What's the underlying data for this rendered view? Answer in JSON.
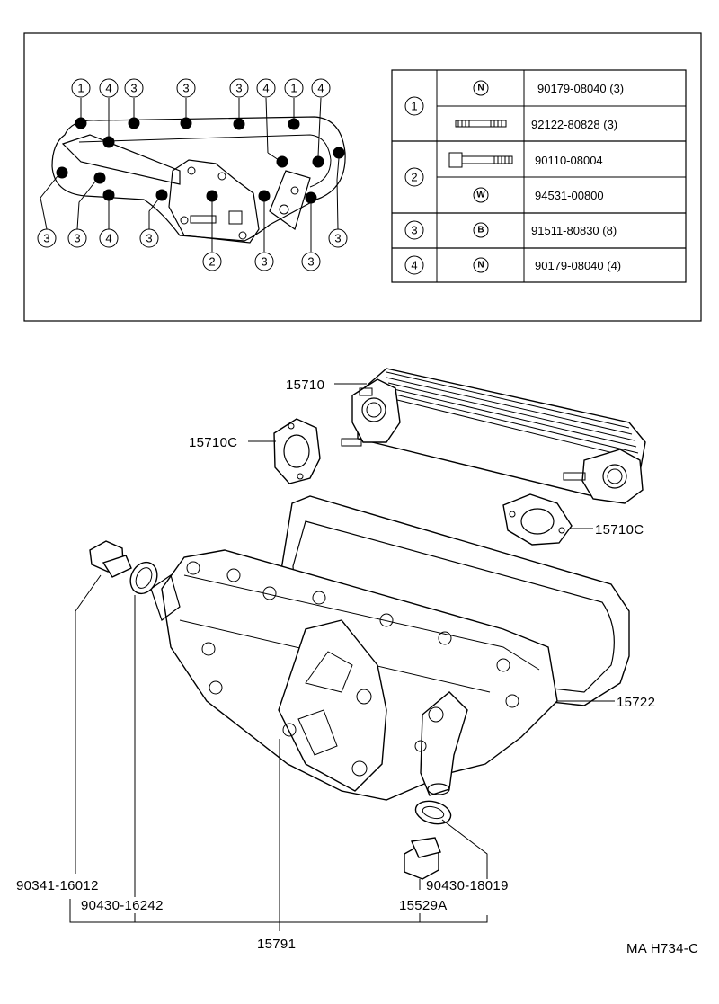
{
  "bolt_table": {
    "rows": [
      {
        "group": "1",
        "items": [
          {
            "icon": "nut-icon",
            "symbol": "N",
            "part": "90179-08040 (3)"
          },
          {
            "icon": "stud-bolt-icon",
            "symbol": "",
            "part": "92122-80828 (3)"
          }
        ]
      },
      {
        "group": "2",
        "items": [
          {
            "icon": "bolt-icon",
            "symbol": "",
            "part": "90110-08004"
          },
          {
            "icon": "washer-icon",
            "symbol": "W",
            "part": "94531-00800"
          }
        ]
      },
      {
        "group": "3",
        "items": [
          {
            "icon": "bolt-b-icon",
            "symbol": "B",
            "part": "91511-80830 (8)"
          }
        ]
      },
      {
        "group": "4",
        "items": [
          {
            "icon": "nut-icon",
            "symbol": "N",
            "part": "90179-08040 (4)"
          }
        ]
      }
    ]
  },
  "bolt_callouts": [
    "1",
    "4",
    "3",
    "3",
    "3",
    "4",
    "1",
    "4",
    "3",
    "3",
    "4",
    "3",
    "3",
    "2",
    "3",
    "3",
    "3"
  ],
  "part_labels": {
    "oil_cooler_element": "15710",
    "gasket_left": "15710C",
    "gasket_right": "15710C",
    "cooler_case": "15722",
    "plug_left": "90341-16012",
    "gasket_plug_left": "90430-16242",
    "plug_right": "15529A",
    "gasket_plug_right": "90430-18019",
    "cover_assembly": "15791"
  },
  "diagram_code": "MA H734-C"
}
